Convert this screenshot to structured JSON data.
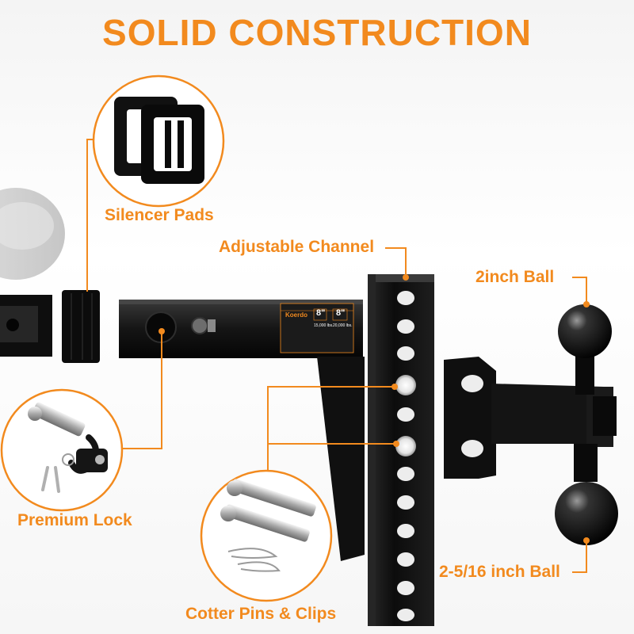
{
  "headline": "SOLID CONSTRUCTION",
  "labels": {
    "silencer": "Silencer Pads",
    "channel": "Adjustable Channel",
    "ball_2": "2inch Ball",
    "lock": "Premium Lock",
    "pins": "Cotter Pins & Clips",
    "ball_2516": "2-5/16 inch Ball"
  },
  "decal": {
    "brand": "Koerdo",
    "rating_left": "8\"",
    "rating_right": "8\"",
    "cap_left": "15,000 lbs.",
    "cap_right": "20,000 lbs."
  },
  "colors": {
    "accent": "#f28a1e",
    "steel": "#141414",
    "decal": "#1b1b1b"
  }
}
